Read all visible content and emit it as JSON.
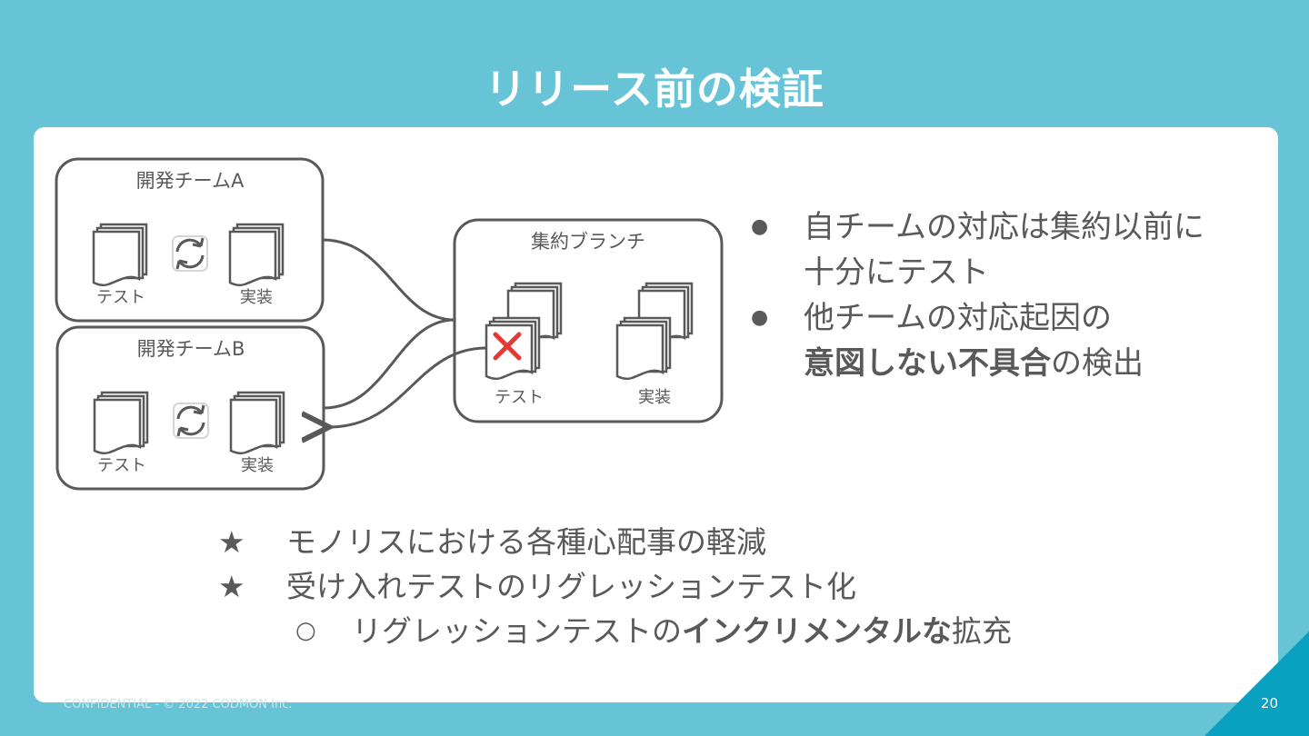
{
  "slide": {
    "title": "リリース前の検証",
    "page_number": "20",
    "footer": "CONFIDENTIAL - © 2022 CODMON Inc."
  },
  "diagram": {
    "team_a": {
      "label": "開発チームA",
      "test": "テスト",
      "impl": "実装"
    },
    "team_b": {
      "label": "開発チームB",
      "test": "テスト",
      "impl": "実装"
    },
    "branch": {
      "label": "集約ブランチ",
      "test": "テスト",
      "impl": "実装"
    }
  },
  "bullets": [
    {
      "mark": "●",
      "line1": "自チームの対応は集約以前に",
      "line2": "十分にテスト"
    },
    {
      "mark": "●",
      "line1": "他チームの対応起因の",
      "line2_bold": "意図しない不具合",
      "line2_rest": "の検出"
    }
  ],
  "stars": [
    {
      "mark": "★",
      "text": "モノリスにおける各種心配事の軽減"
    },
    {
      "mark": "★",
      "text": "受け入れテストのリグレッションテスト化"
    }
  ],
  "sub": {
    "mark": "○",
    "pre": "リグレッションテストの",
    "bold": "インクリメンタルな",
    "post": "拡充"
  },
  "colors": {
    "background": "#67c4d7",
    "accent": "#0aa0bf",
    "error": "#e53935",
    "text": "#595959"
  }
}
